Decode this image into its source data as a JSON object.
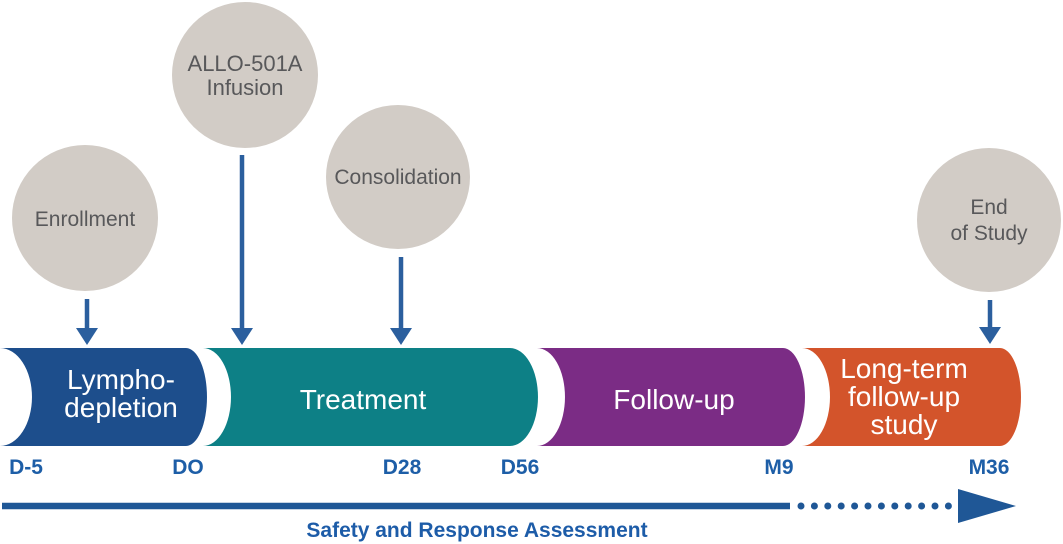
{
  "colors": {
    "background": "#ffffff",
    "bubble_fill": "#d2ccc6",
    "bubble_text": "#58585a",
    "arrow": "#2b5f9e",
    "phase_text": "#ffffff",
    "tick_text": "#1d5ea7",
    "assessment_line": "#1f5796",
    "assessment_text": "#1d5ca8"
  },
  "bubbles": [
    {
      "id": "enrollment",
      "lines": [
        "Enrollment"
      ]
    },
    {
      "id": "allo-501a-infusion",
      "lines": [
        "ALLO-501A",
        "Infusion"
      ]
    },
    {
      "id": "consolidation",
      "lines": [
        "Consolidation"
      ]
    },
    {
      "id": "end-of-study",
      "lines": [
        "End",
        "of Study"
      ]
    }
  ],
  "phases": [
    {
      "id": "lympho-depletion",
      "color": "#1d4e8c",
      "lines": [
        "Lympho-",
        "depletion"
      ],
      "start_label": "D-5",
      "end_label": "DO"
    },
    {
      "id": "treatment",
      "color": "#0d8086",
      "lines": [
        "Treatment"
      ],
      "mid_label": "D28",
      "end_label": "D56"
    },
    {
      "id": "follow-up",
      "color": "#7b2c85",
      "lines": [
        "Follow-up"
      ],
      "end_label": "M9"
    },
    {
      "id": "long-term-follow-up-study",
      "color": "#d3542b",
      "lines": [
        "Long-term",
        "follow-up",
        "study"
      ],
      "end_label": "M36"
    }
  ],
  "timeline_labels": [
    "D-5",
    "DO",
    "D28",
    "D56",
    "M9",
    "M36"
  ],
  "assessment_label": "Safety and Response Assessment"
}
